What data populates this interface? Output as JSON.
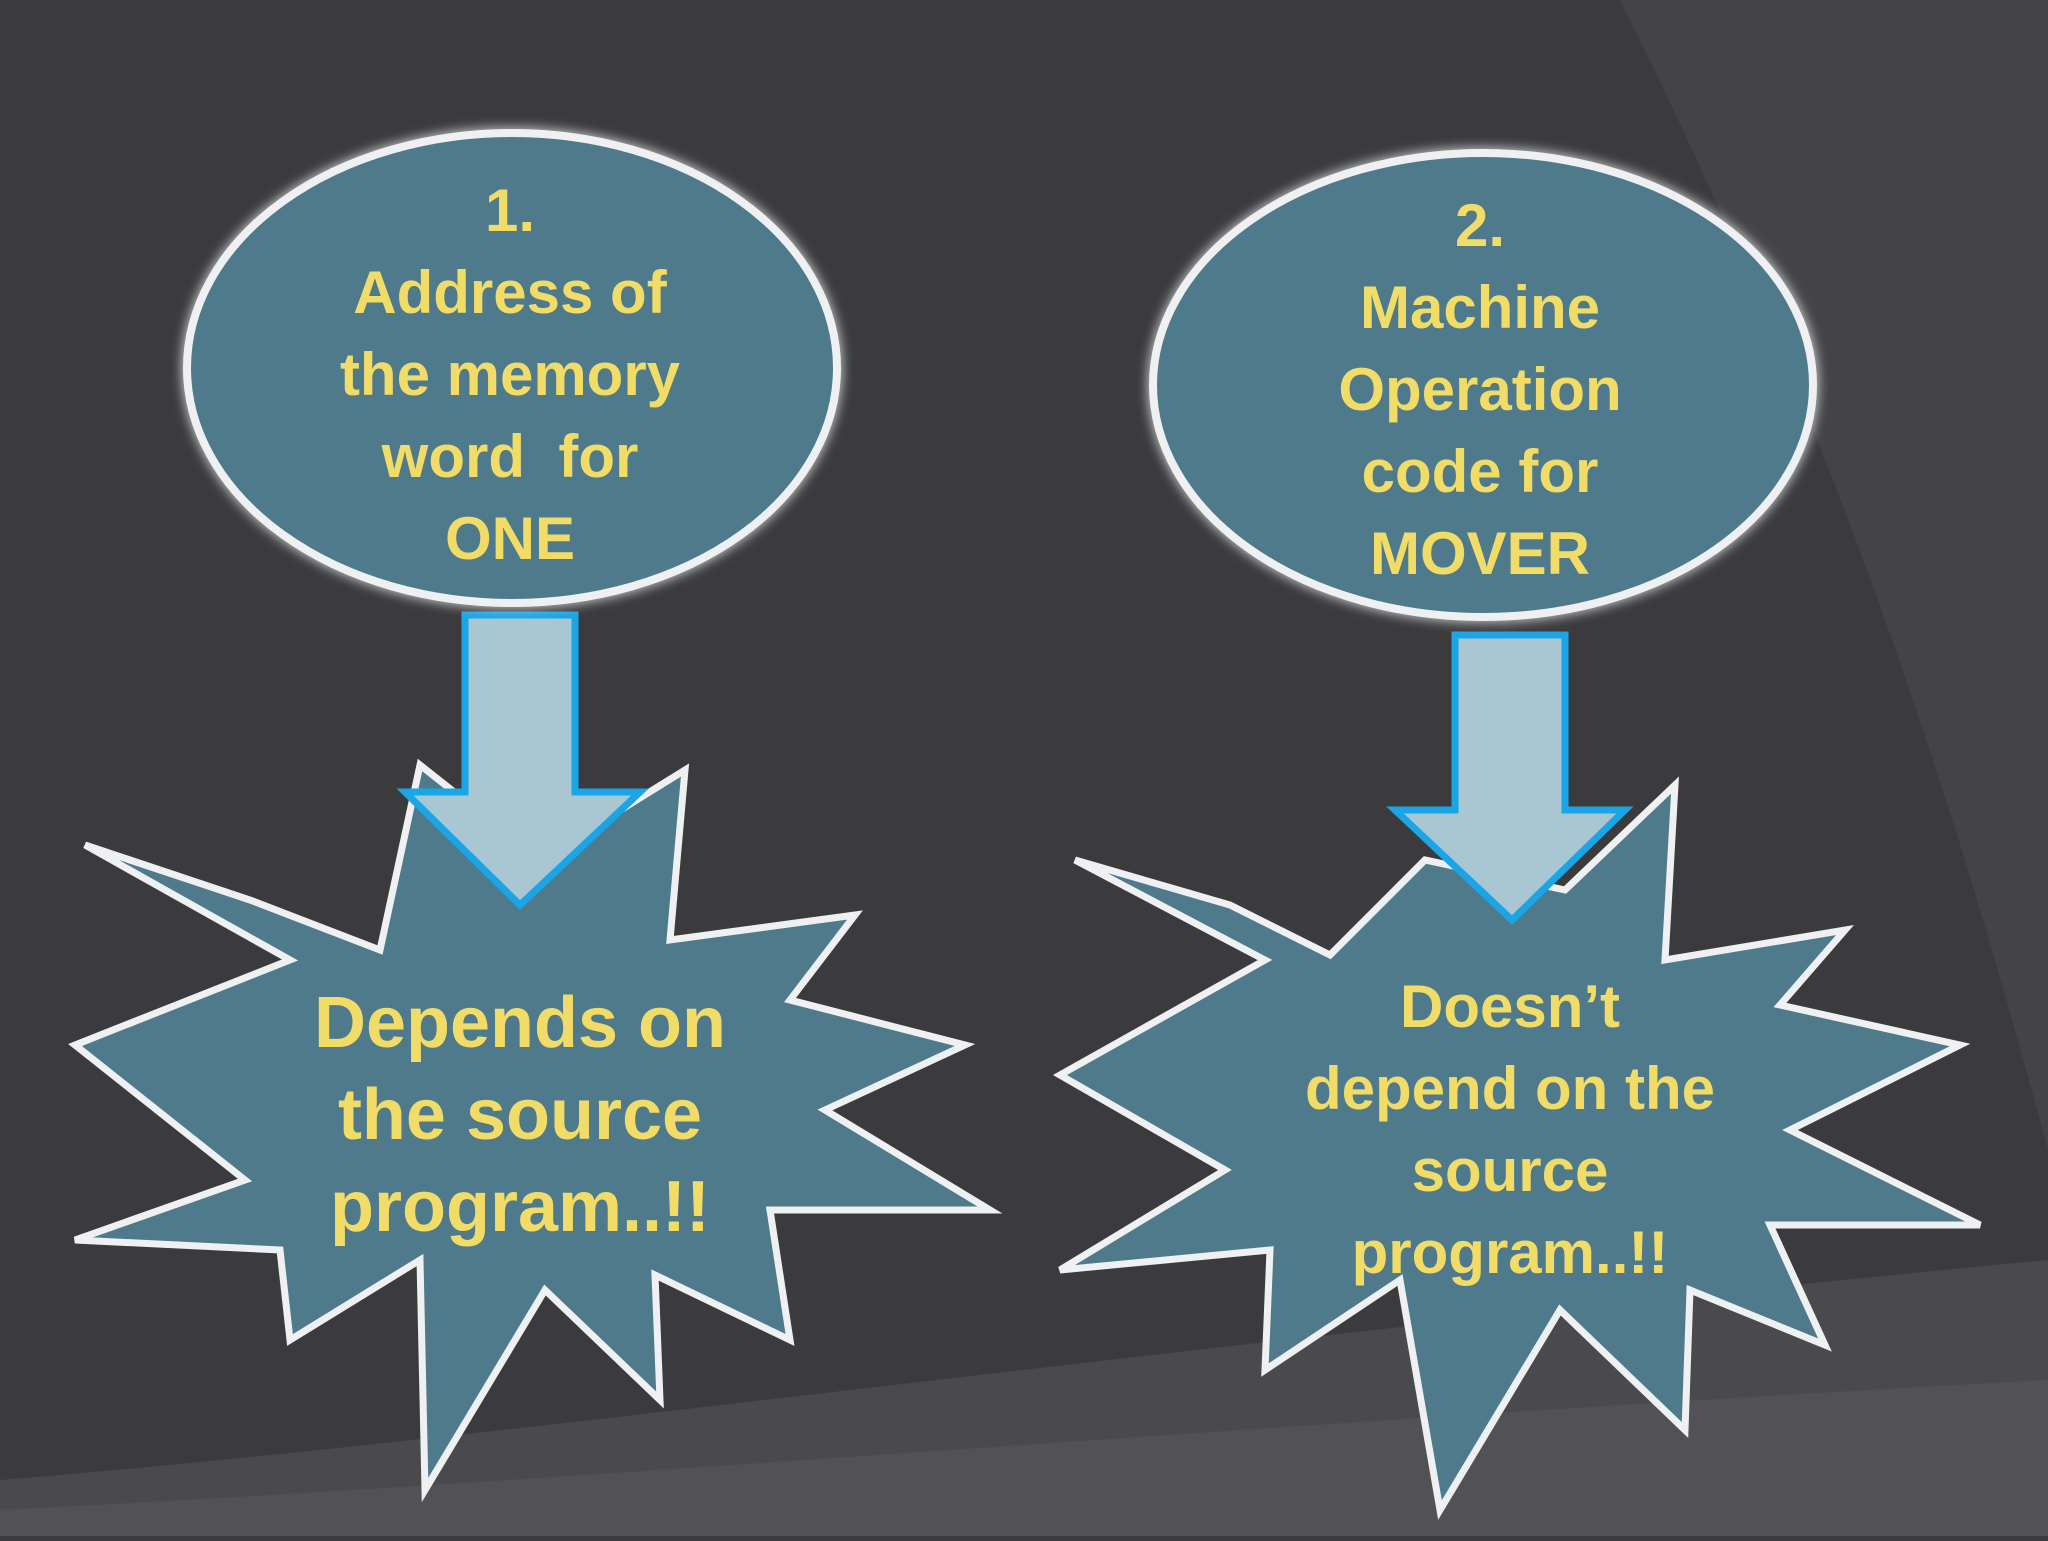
{
  "colors": {
    "background": "#3b3b3d",
    "shape_fill": "#4f7a8b",
    "shape_outline": "#eef0f2",
    "arrow_fill": "#a9c7d3",
    "arrow_outline": "#1aa5e6",
    "text": "#f2dc68"
  },
  "left": {
    "oval_lines": [
      "1.",
      "Address of",
      "the memory",
      "word  for",
      "ONE"
    ],
    "burst_lines": [
      "Depends on",
      "the source",
      "program..!!"
    ]
  },
  "right": {
    "oval_lines": [
      "2.",
      "Machine",
      "Operation",
      "code for",
      "MOVER"
    ],
    "burst_lines": [
      "Doesn’t",
      "depend on the",
      "source",
      "program..!!"
    ]
  }
}
